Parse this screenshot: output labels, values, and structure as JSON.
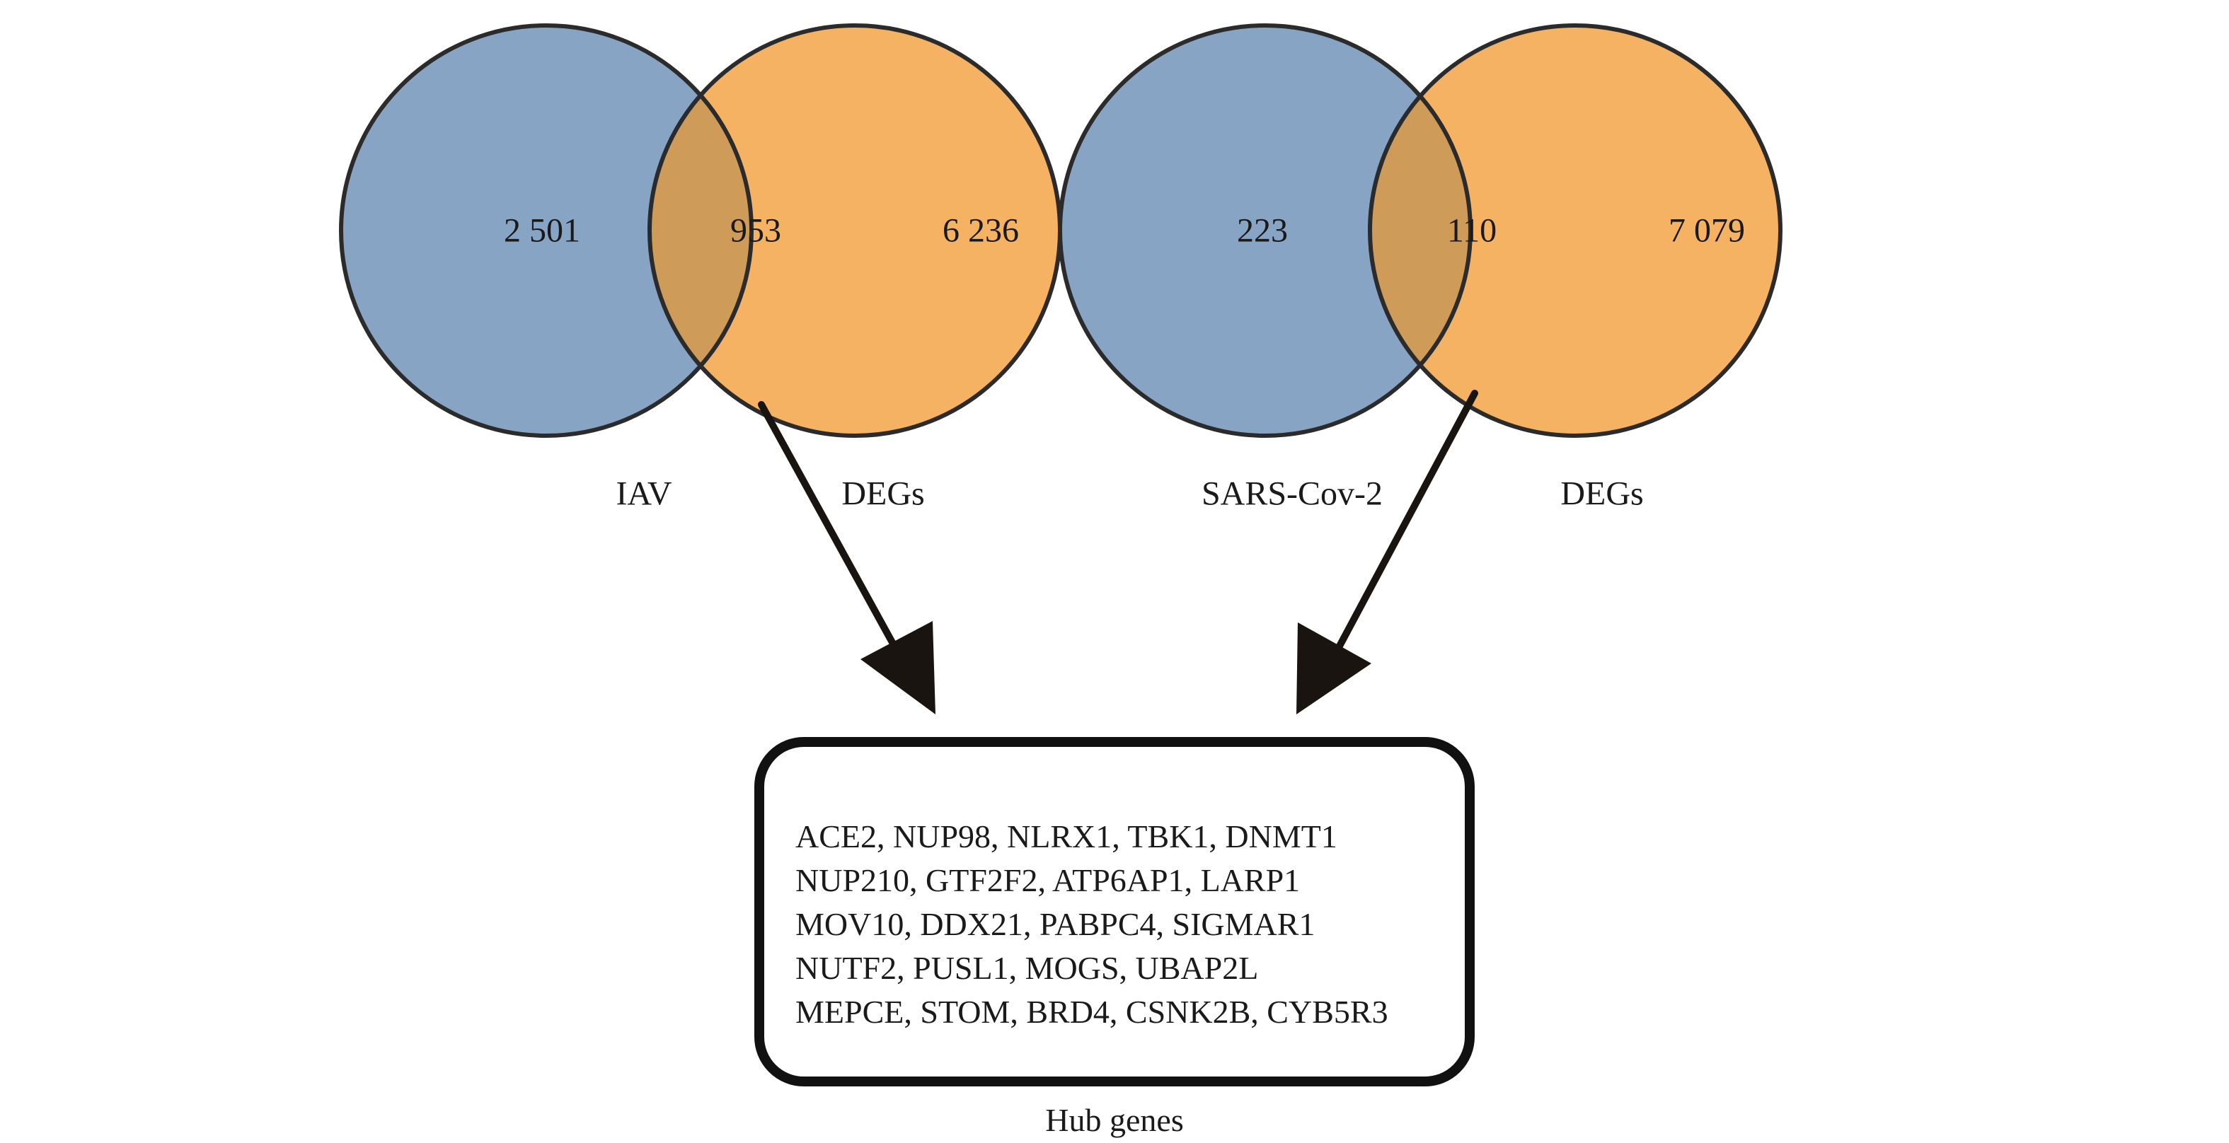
{
  "colors": {
    "blue_circle": "#88A4C4",
    "orange_circle": "#F5B262",
    "overlap": "#CF9B58",
    "outline": "#2B2B2B",
    "arrow": "#1A1410"
  },
  "venn_left": {
    "left_only": "2 501",
    "intersection": "953",
    "right_only": "6 236",
    "left_label": "IAV",
    "right_label": "DEGs"
  },
  "venn_right": {
    "left_only": "223",
    "intersection": "110",
    "right_only": "7 079",
    "left_label": "SARS-Cov-2",
    "right_label": "DEGs"
  },
  "hub": {
    "lines": [
      "ACE2, NUP98, NLRX1, TBK1, DNMT1",
      "NUP210, GTF2F2, ATP6AP1, LARP1",
      "MOV10, DDX21, PABPC4, SIGMAR1",
      "NUTF2, PUSL1, MOGS, UBAP2L",
      "MEPCE, STOM, BRD4, CSNK2B, CYB5R3"
    ],
    "caption": "Hub genes"
  }
}
